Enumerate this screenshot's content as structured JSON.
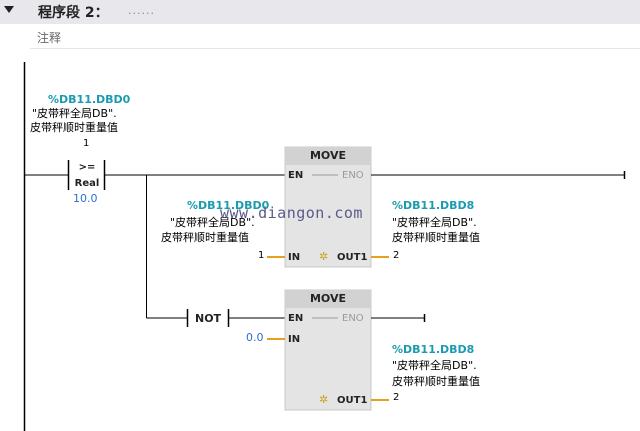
{
  "segment": {
    "title": "程序段 2：",
    "title_suffix": "......",
    "comment_label": "注释"
  },
  "compare": {
    "address": "%DB11.DBD0",
    "tag_line1": "\"皮带秤全局DB\".",
    "tag_line2": "皮带秤顺时重量值",
    "index": "1",
    "operator": ">=",
    "type": "Real",
    "value": "10.0"
  },
  "move1": {
    "title": "MOVE",
    "en": "EN",
    "eno": "ENO",
    "in": "IN",
    "out": "OUT1",
    "in_address": "%DB11.DBD0",
    "in_tag_line1": "\"皮带秤全局DB\".",
    "in_tag_line2": "皮带秤顺时重量值",
    "in_index": "1",
    "out_address": "%DB11.DBD8",
    "out_tag_line1": "\"皮带秤全局DB\".",
    "out_tag_line2": "皮带秤顺时重量值",
    "out_index": "2"
  },
  "not_contact": {
    "label": "NOT"
  },
  "move2": {
    "title": "MOVE",
    "en": "EN",
    "eno": "ENO",
    "in": "IN",
    "out": "OUT1",
    "in_value": "0.0",
    "out_address": "%DB11.DBD8",
    "out_tag_line1": "\"皮带秤全局DB\".",
    "out_tag_line2": "皮带秤顺时重量值",
    "out_index": "2"
  },
  "watermark": "www.diangon.com",
  "colors": {
    "address": "#1a9bb0",
    "value": "#2a6fd6",
    "wire_pin": "#e8a020",
    "box_fill": "#e4e4e4",
    "box_header": "#d2d2d2"
  }
}
